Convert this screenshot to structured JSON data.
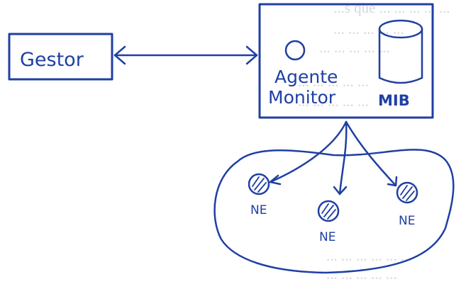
{
  "diagram": {
    "gestor_label": "Gestor",
    "agent_label_line1": "Agente",
    "agent_label_line2": "Monitor",
    "mib_label": "MIB",
    "ne_labels": [
      "NE",
      "NE",
      "NE"
    ]
  },
  "background_text": [
    "...s que ... ... ... ... ...",
    "... ... ... ... ...",
    "... ... ... ... ...",
    "... ... ... ... ...",
    "... ... ... ... ...",
    "... ... ... ... ... ...",
    "... ... ... ... ..."
  ],
  "colors": {
    "ink": "#1f3fa3",
    "ghost_text": "#d7d7dc"
  }
}
